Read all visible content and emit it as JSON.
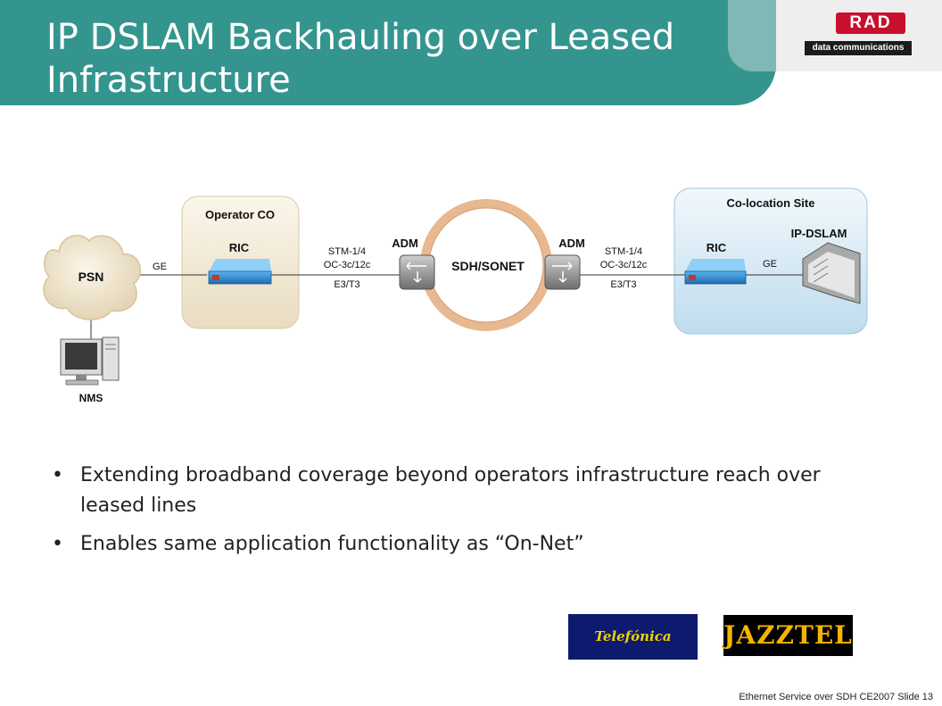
{
  "header": {
    "title": "IP DSLAM Backhauling over Leased Infrastructure",
    "brand_logo_text": "RAD",
    "brand_logo_subtext": "data communications"
  },
  "diagram": {
    "psn_label": "PSN",
    "nms_label": "NMS",
    "operator_co_label": "Operator CO",
    "colocation_site_label": "Co-location Site",
    "ric_left_label": "RIC",
    "ric_right_label": "RIC",
    "ge_left_label": "GE",
    "ge_right_label": "GE",
    "link_left": {
      "line1": "STM-1/4",
      "line2": "OC-3c/12c",
      "line3": "E3/T3"
    },
    "link_right": {
      "line1": "STM-1/4",
      "line2": "OC-3c/12c",
      "line3": "E3/T3"
    },
    "adm_left_label": "ADM",
    "adm_right_label": "ADM",
    "ring_label": "SDH/SONET",
    "ip_dslam_label": "IP-DSLAM"
  },
  "bullets": [
    "Extending broadband coverage beyond operators infrastructure reach over leased lines",
    "Enables same application functionality as “On-Net”"
  ],
  "partner_logos": {
    "telefonica": "Telefónica",
    "jazztel": "JAZZTEL"
  },
  "footer": "Ethernet Service over SDH  CE2007 Slide 13",
  "colors": {
    "header_teal": "#34958f",
    "operator_box": "#f1e5cc",
    "colocation_box": "#cfe5f1",
    "ring": "#e8b890",
    "ric_blue": "#2f8fd6"
  }
}
